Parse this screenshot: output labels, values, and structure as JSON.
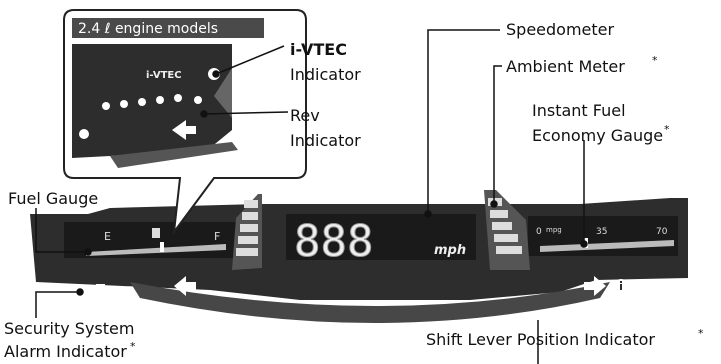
{
  "callout": {
    "header": "2.4 ℓ engine models",
    "ivtec_badge": "i-VTEC"
  },
  "labels": {
    "ivtec_title": "i-VTEC",
    "ivtec_sub": "Indicator",
    "rev_title": "Rev",
    "rev_sub": "Indicator",
    "speedometer": "Speedometer",
    "ambient": "Ambient Meter",
    "instant_fuel_1": "Instant Fuel",
    "instant_fuel_2": "Economy Gauge",
    "fuel_gauge": "Fuel Gauge",
    "security_1": "Security System",
    "security_2": "Alarm Indicator",
    "shift_lever": "Shift Lever Position Indicator",
    "asterisk": "*"
  },
  "panel": {
    "speed_digits": "888",
    "speed_unit": "mph",
    "fuel_empty": "E",
    "fuel_full": "F",
    "mpg_zero": "0",
    "mpg_unit": "mpg",
    "mpg_mid": "35",
    "mpg_max": "70"
  }
}
